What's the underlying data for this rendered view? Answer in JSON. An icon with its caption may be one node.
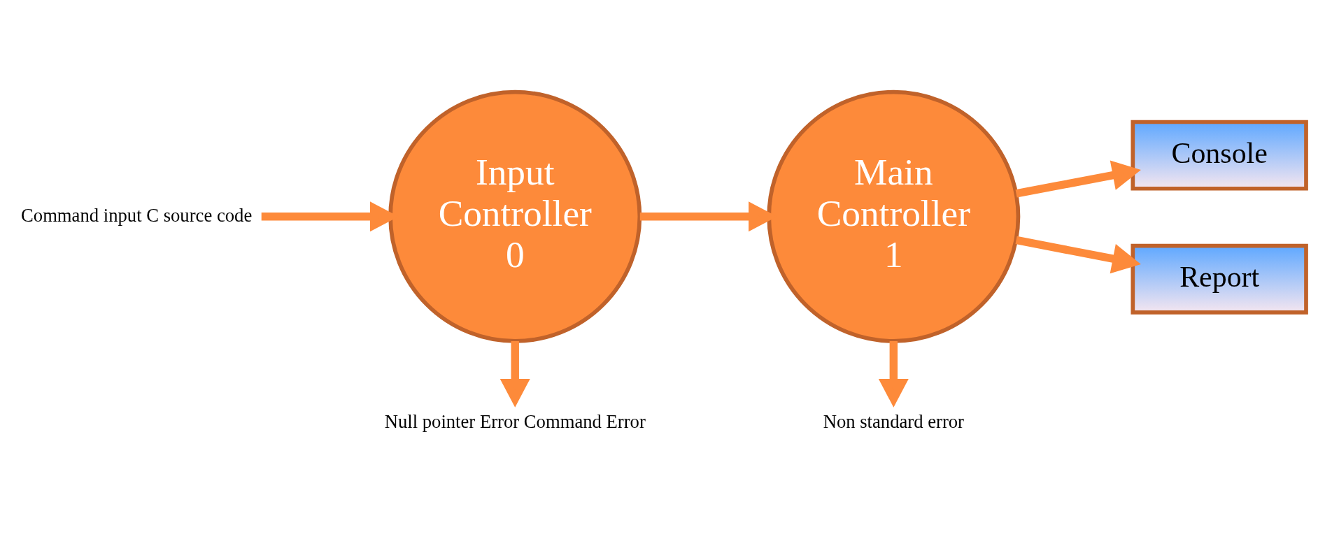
{
  "diagram": {
    "nodes": [
      {
        "text": [
          "Command input C source code"
        ]
      },
      {
        "text": [
          "Input Controller 0"
        ]
      },
      {
        "text": [
          "Main Controller 1"
        ]
      },
      {
        "text": [
          "Console"
        ]
      },
      {
        "text": [
          "Report"
        ]
      },
      {
        "text": [
          "Null pointer Error Command Error"
        ]
      },
      {
        "text": [
          "Non standard error"
        ]
      }
    ],
    "edges": [
      {
        "from": 0,
        "to": 1,
        "arrow": "to"
      },
      {
        "from": 1,
        "to": 2,
        "arrow": "to"
      },
      {
        "from": 2,
        "to": 3,
        "arrow": "to"
      },
      {
        "from": 2,
        "to": 4,
        "arrow": "to"
      },
      {
        "from": 1,
        "to": 5,
        "arrow": "to"
      },
      {
        "from": 2,
        "to": 6,
        "arrow": "to"
      }
    ]
  }
}
